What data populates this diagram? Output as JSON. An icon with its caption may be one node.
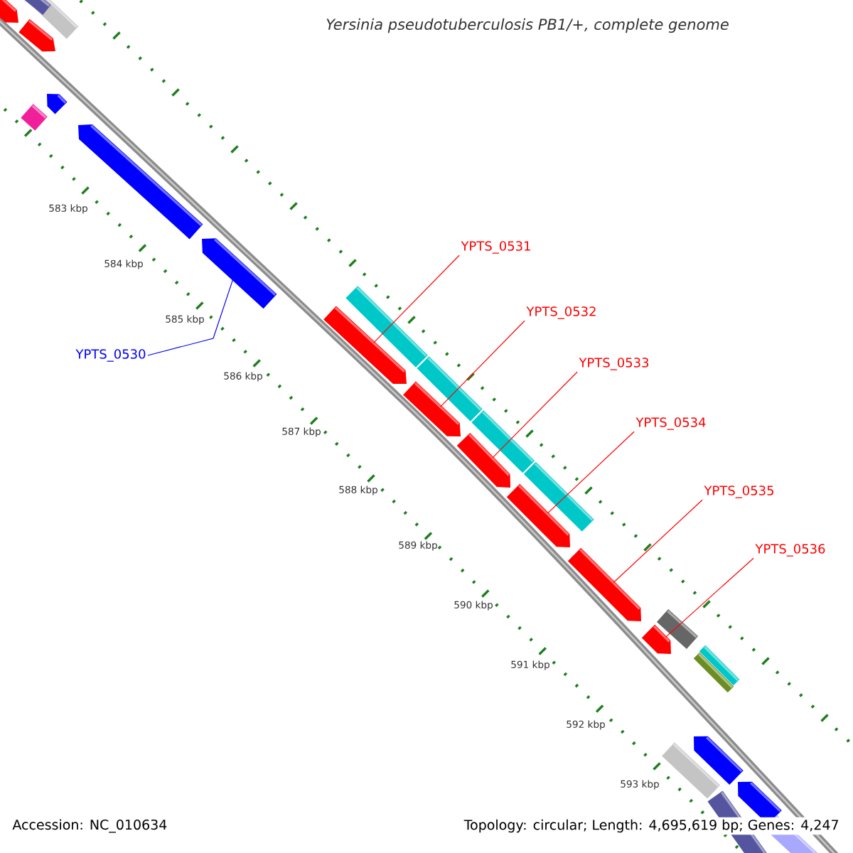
{
  "diagram": {
    "title": "Yersinia pseudotuberculosis PB1/+, complete genome",
    "nodes": [
      {
        "text": [
          "YPTS_0530"
        ]
      },
      {
        "text": [],
        "shape": "bar"
      },
      {
        "text": [
          "YPTS_0531"
        ]
      },
      {
        "text": [
          "YPTS_0532"
        ]
      },
      {
        "text": [
          "YPTS_0533"
        ]
      },
      {
        "text": [
          "YPTS_0534"
        ]
      },
      {
        "text": [
          "YPTS_0535"
        ]
      },
      {
        "text": [
          "YPTS_0536"
        ]
      },
      {
        "text": [],
        "shape": "bar"
      },
      {
        "text": [],
        "shape": "bar"
      },
      {
        "text": [],
        "shape": "bar"
      },
      {
        "text": [],
        "shape": "bar"
      },
      {
        "text": [],
        "shape": "bar"
      },
      {
        "text": [],
        "shape": "bar"
      }
    ],
    "edges": [
      {
        "from": 0,
        "to": 1,
        "arrow": "none",
        "color": "#0000ff"
      },
      {
        "from": 2,
        "to": 8,
        "arrow": "none"
      },
      {
        "from": 3,
        "to": 9,
        "arrow": "none"
      },
      {
        "from": 4,
        "to": 10,
        "arrow": "none"
      },
      {
        "from": 5,
        "to": 11,
        "arrow": "none"
      },
      {
        "from": 6,
        "to": 12,
        "arrow": "none"
      },
      {
        "from": 7,
        "to": 13,
        "arrow": "none"
      }
    ],
    "labels": [
      "583 kbp",
      "584 kbp",
      "585 kbp",
      "586 kbp",
      "587 kbp",
      "588 kbp",
      "589 kbp",
      "590 kbp",
      "591 kbp",
      "592 kbp",
      "593 kbp",
      "Accession: NC_010634",
      "Topology: circular; Length: 4,695,619 bp; Genes: 4,247"
    ]
  }
}
